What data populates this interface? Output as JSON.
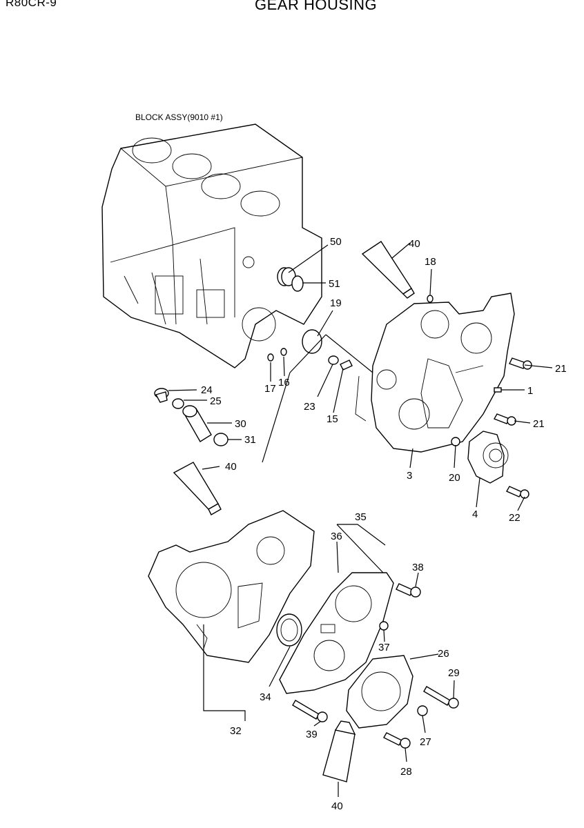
{
  "header": {
    "model": "R80CR-9",
    "title": "GEAR HOUSING"
  },
  "assembly_label": "BLOCK ASSY(9010 #1)",
  "callouts": [
    {
      "id": "c50",
      "text": "50"
    },
    {
      "id": "c40a",
      "text": "40"
    },
    {
      "id": "c18",
      "text": "18"
    },
    {
      "id": "c51",
      "text": "51"
    },
    {
      "id": "c19",
      "text": "19"
    },
    {
      "id": "c21a",
      "text": "21"
    },
    {
      "id": "c1",
      "text": "1"
    },
    {
      "id": "c21b",
      "text": "21"
    },
    {
      "id": "c17",
      "text": "17"
    },
    {
      "id": "c16",
      "text": "16"
    },
    {
      "id": "c24",
      "text": "24"
    },
    {
      "id": "c25",
      "text": "25"
    },
    {
      "id": "c23",
      "text": "23"
    },
    {
      "id": "c15",
      "text": "15"
    },
    {
      "id": "c30",
      "text": "30"
    },
    {
      "id": "c31",
      "text": "31"
    },
    {
      "id": "c40b",
      "text": "40"
    },
    {
      "id": "c3",
      "text": "3"
    },
    {
      "id": "c20",
      "text": "20"
    },
    {
      "id": "c4",
      "text": "4"
    },
    {
      "id": "c22",
      "text": "22"
    },
    {
      "id": "c35",
      "text": "35"
    },
    {
      "id": "c36",
      "text": "36"
    },
    {
      "id": "c38",
      "text": "38"
    },
    {
      "id": "c37",
      "text": "37"
    },
    {
      "id": "c26",
      "text": "26"
    },
    {
      "id": "c29",
      "text": "29"
    },
    {
      "id": "c34",
      "text": "34"
    },
    {
      "id": "c32",
      "text": "32"
    },
    {
      "id": "c39",
      "text": "39"
    },
    {
      "id": "c27",
      "text": "27"
    },
    {
      "id": "c28",
      "text": "28"
    },
    {
      "id": "c40c",
      "text": "40"
    }
  ]
}
